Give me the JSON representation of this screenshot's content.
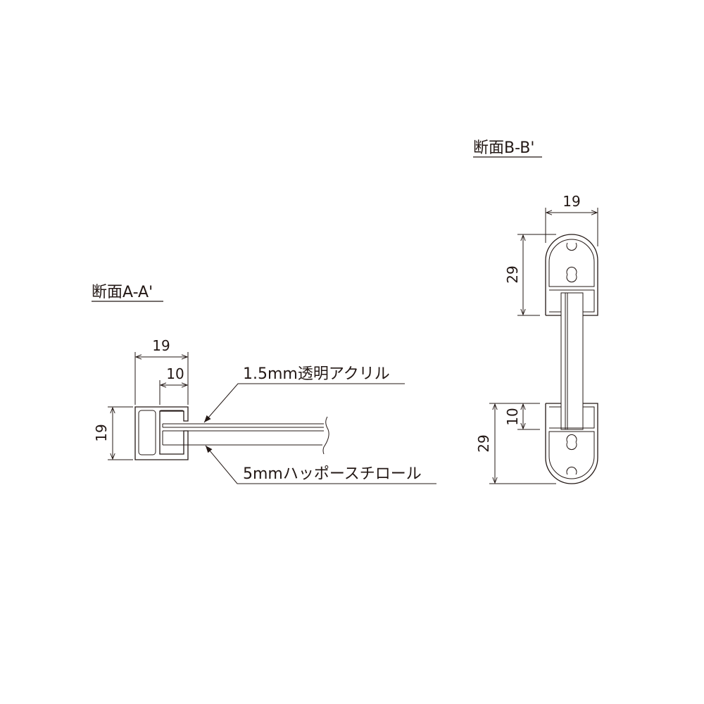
{
  "section_a": {
    "title": "断面A-A'",
    "dim_width": "19",
    "dim_inner": "10",
    "dim_height": "19",
    "label_acrylic": "1.5mm透明アクリル",
    "label_styrene": "5mmハッポースチロール"
  },
  "section_b": {
    "title": "断面B-B'",
    "dim_width": "19",
    "dim_upper": "29",
    "dim_lower": "29",
    "dim_slot": "10"
  },
  "colors": {
    "line": "#231815",
    "background": "#ffffff"
  }
}
